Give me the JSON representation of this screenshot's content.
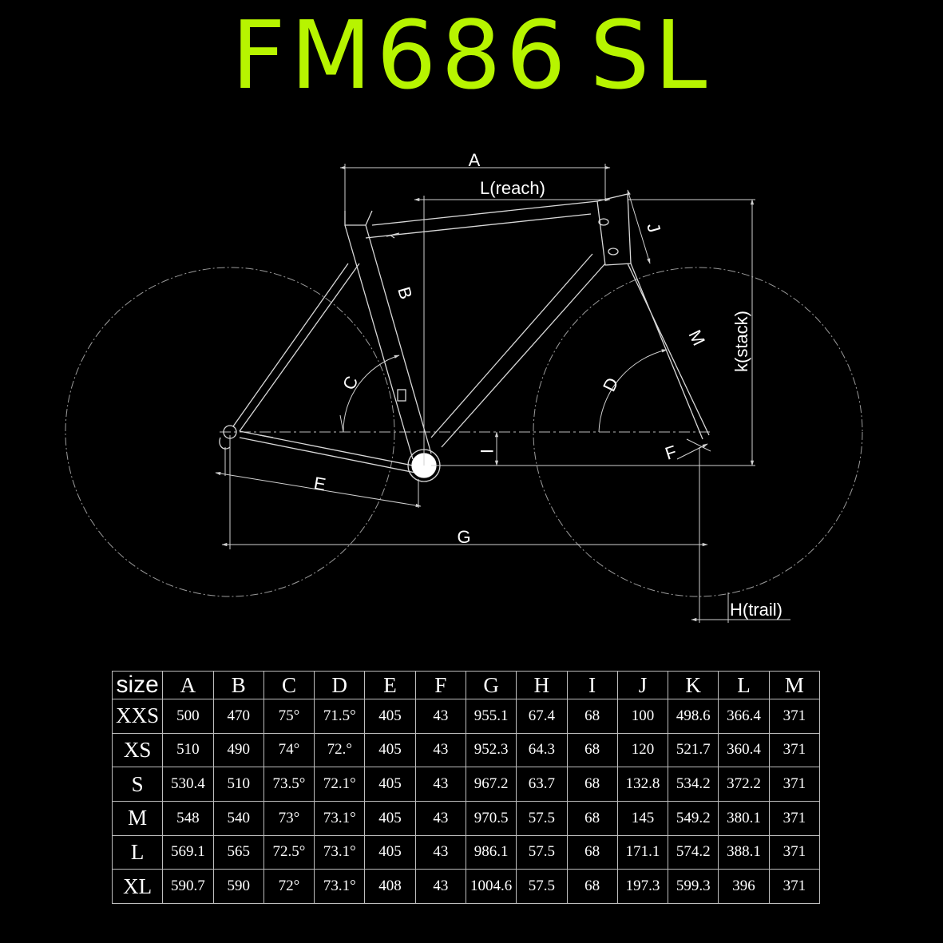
{
  "title": {
    "model": "FM686",
    "variant": "SL",
    "color": "#b7f400"
  },
  "diagram": {
    "labels": {
      "A": "A",
      "reach": "L(reach)",
      "B": "B",
      "C": "C",
      "D": "D",
      "E": "E",
      "F": "F",
      "G": "G",
      "I": "I",
      "J": "J",
      "M": "M",
      "stack": "k(stack)",
      "trail": "H(trail)"
    },
    "line_color": "#d0d0d0"
  },
  "table": {
    "headers": [
      "size",
      "A",
      "B",
      "C",
      "D",
      "E",
      "F",
      "G",
      "H",
      "I",
      "J",
      "K",
      "L",
      "M"
    ],
    "rows": [
      [
        "XXS",
        "500",
        "470",
        "75°",
        "71.5°",
        "405",
        "43",
        "955.1",
        "67.4",
        "68",
        "100",
        "498.6",
        "366.4",
        "371"
      ],
      [
        "XS",
        "510",
        "490",
        "74°",
        "72.°",
        "405",
        "43",
        "952.3",
        "64.3",
        "68",
        "120",
        "521.7",
        "360.4",
        "371"
      ],
      [
        "S",
        "530.4",
        "510",
        "73.5°",
        "72.1°",
        "405",
        "43",
        "967.2",
        "63.7",
        "68",
        "132.8",
        "534.2",
        "372.2",
        "371"
      ],
      [
        "M",
        "548",
        "540",
        "73°",
        "73.1°",
        "405",
        "43",
        "970.5",
        "57.5",
        "68",
        "145",
        "549.2",
        "380.1",
        "371"
      ],
      [
        "L",
        "569.1",
        "565",
        "72.5°",
        "73.1°",
        "405",
        "43",
        "986.1",
        "57.5",
        "68",
        "171.1",
        "574.2",
        "388.1",
        "371"
      ],
      [
        "XL",
        "590.7",
        "590",
        "72°",
        "73.1°",
        "408",
        "43",
        "1004.6",
        "57.5",
        "68",
        "197.3",
        "599.3",
        "396",
        "371"
      ]
    ]
  }
}
